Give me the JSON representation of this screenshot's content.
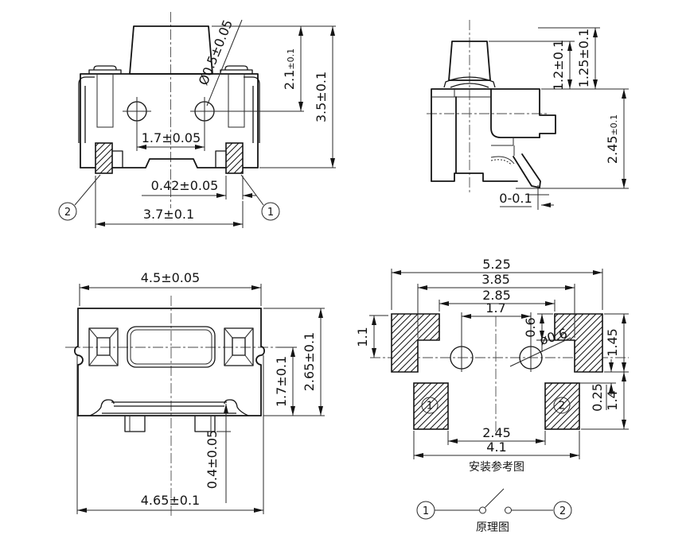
{
  "drawing": {
    "front_view": {
      "stem_diameter": "Ø0.5±0.05",
      "height_to_hole_value": "2.1",
      "height_to_hole_tol": "±0.1",
      "total_height": "3.5±0.1",
      "hole_pitch": "1.7±0.05",
      "pad_width": "0.42±0.05",
      "pad_span": "3.7±0.1",
      "terminal_left": "2",
      "terminal_right": "1"
    },
    "side_view": {
      "stem_height": "1.2±0.1",
      "stem_height_free": "1.25±0.1",
      "body_height_value": "2.45",
      "body_height_tol": "±0.1",
      "lead_coplanarity": "0-0.1"
    },
    "top_view": {
      "body_width": "4.5±0.05",
      "body_depth": "2.65±0.1",
      "center_to_edge": "1.7±0.1",
      "tab_length": "0.4±0.05",
      "overall_width": "4.65±0.1"
    },
    "mounting_view": {
      "overall_span": "5.25",
      "notch_span": "3.85",
      "inner_span": "2.85",
      "hole_pitch": "1.7",
      "pad_step": "0.6",
      "hole_diameter": "ø0.6",
      "pad_top_to_center": "1.1",
      "upper_pad_height": "1.45",
      "pad_gap": "0.25",
      "lower_pad_height": "1.4",
      "lower_pad_pitch": "2.45",
      "lower_pad_span": "4.1",
      "pad_1": "1",
      "pad_2": "2",
      "caption": "安装参考图"
    },
    "schematic": {
      "terminal_1": "1",
      "terminal_2": "2",
      "caption": "原理图"
    }
  }
}
